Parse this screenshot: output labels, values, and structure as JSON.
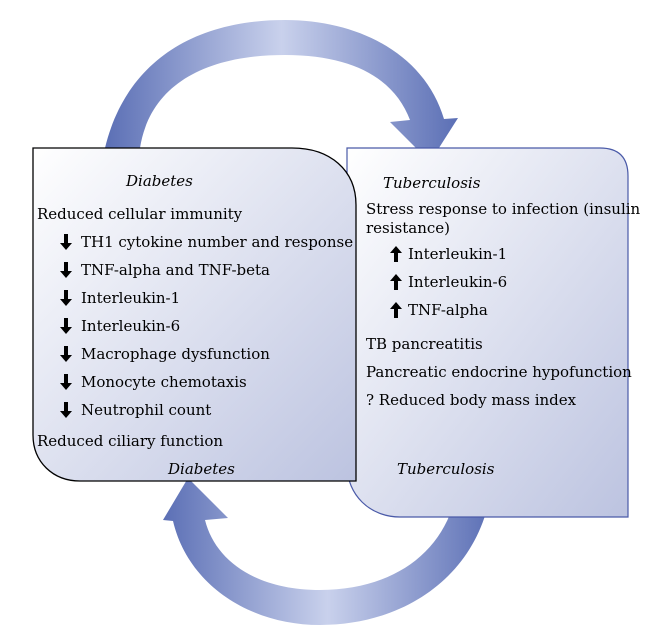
{
  "colors": {
    "arrow_light": "#c9d1ec",
    "arrow_dark": "#5b6fb5",
    "panel_fill_top": "#ffffff",
    "panel_fill_bottom": "#bcc3e0",
    "left_border": "#000000",
    "right_border": "#4a5aa8"
  },
  "left_panel": {
    "title": "Diabetes",
    "intro": "Reduced cellular immunity",
    "items": [
      {
        "direction": "down",
        "icon": "down-arrow-icon",
        "text": "TH1 cytokine number and response"
      },
      {
        "direction": "down",
        "icon": "down-arrow-icon",
        "text": "TNF-alpha and TNF-beta"
      },
      {
        "direction": "down",
        "icon": "down-arrow-icon",
        "text": "Interleukin-1"
      },
      {
        "direction": "down",
        "icon": "down-arrow-icon",
        "text": "Interleukin-6"
      },
      {
        "direction": "down",
        "icon": "down-arrow-icon",
        "text": "Macrophage dysfunction"
      },
      {
        "direction": "down",
        "icon": "down-arrow-icon",
        "text": "Monocyte chemotaxis"
      },
      {
        "direction": "down",
        "icon": "down-arrow-icon",
        "text": "Neutrophil count"
      }
    ],
    "outro": "Reduced ciliary function",
    "footer_label": "Diabetes"
  },
  "right_panel": {
    "title": "Tuberculosis",
    "intro_line1": "Stress response to infection (insulin",
    "intro_line2": "resistance)",
    "items": [
      {
        "direction": "up",
        "icon": "up-arrow-icon",
        "text": "Interleukin-1"
      },
      {
        "direction": "up",
        "icon": "up-arrow-icon",
        "text": "Interleukin-6"
      },
      {
        "direction": "up",
        "icon": "up-arrow-icon",
        "text": "TNF-alpha"
      }
    ],
    "extra": [
      "TB pancreatitis",
      "Pancreatic endocrine hypofunction",
      "? Reduced body mass index"
    ],
    "footer_label": "Tuberculosis"
  }
}
